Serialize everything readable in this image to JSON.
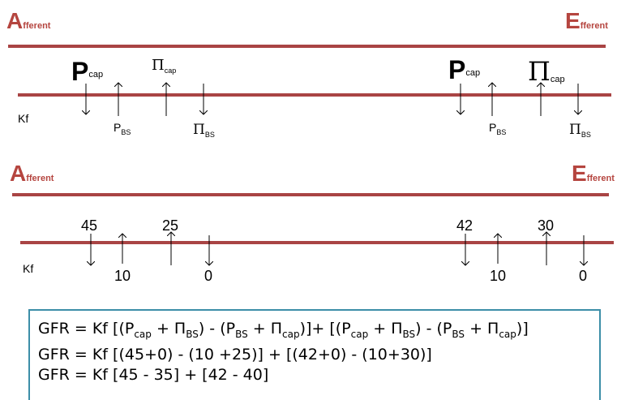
{
  "top_section": {
    "afferent": {
      "big": "A",
      "small": "fferent"
    },
    "efferent": {
      "big": "E",
      "small": "fferent"
    },
    "kf": "Kf",
    "left": {
      "p_cap": {
        "main": "P",
        "sub": "cap"
      },
      "pi_cap": {
        "main": "Π",
        "sub": "cap"
      },
      "p_bs": {
        "main": "P",
        "sub": "BS"
      },
      "pi_bs": {
        "main": "Π",
        "sub": "BS"
      }
    },
    "right": {
      "p_cap": {
        "main": "P",
        "sub": "cap"
      },
      "pi_cap": {
        "main": "Π",
        "sub": "cap"
      },
      "p_bs": {
        "main": "P",
        "sub": "BS"
      },
      "pi_bs": {
        "main": "Π",
        "sub": "BS"
      }
    }
  },
  "bottom_section": {
    "afferent": {
      "big": "A",
      "small": "fferent"
    },
    "efferent": {
      "big": "E",
      "small": "fferent"
    },
    "kf": "Kf",
    "left": {
      "p_cap": "45",
      "pi_cap": "25",
      "p_bs": "10",
      "pi_bs": "0"
    },
    "right": {
      "p_cap": "42",
      "pi_cap": "30",
      "p_bs": "10",
      "pi_bs": "0"
    }
  },
  "formula": {
    "line1": {
      "a": "GFR = Kf [(P",
      "s1": "cap",
      "b": " + Π",
      "s2": "BS",
      "c": ") - (P",
      "s3": "BS",
      "d": " + Π",
      "s4": "cap",
      "e": ")]+ [(P",
      "s5": "cap",
      "f": " + Π",
      "s6": "BS",
      "g": ") - (P",
      "s7": "BS",
      "h": " + Π",
      "s8": "cap",
      "i": ")]"
    },
    "line2": "GFR = Kf [(45+0) - (10 +25)] + [(42+0) - (10+30)]",
    "line3": "GFR = Kf [45 - 35] + [42 - 40]"
  }
}
